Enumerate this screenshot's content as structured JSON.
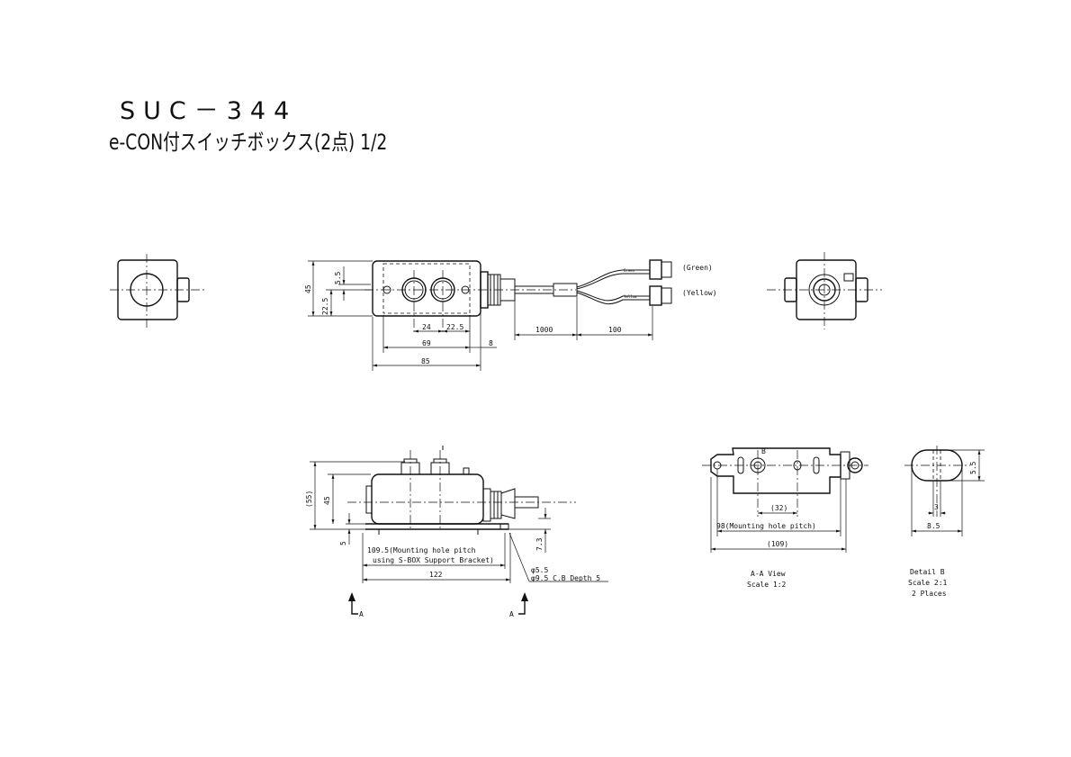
{
  "header": {
    "model": "SUC－344",
    "subtitle": "e-CON付スイッチボックス(2点) 1/2"
  },
  "top_view": {
    "dim_5_5": "5.5",
    "dim_45": "45",
    "dim_22_5_v": "22.5",
    "dim_24": "24",
    "dim_22_5_h": "22.5",
    "dim_69": "69",
    "dim_8": "8",
    "dim_85": "85",
    "dim_1000": "1000",
    "dim_100": "100",
    "wire_green": "Green",
    "wire_yellow": "Yellow",
    "label_green": "(Green)",
    "label_yellow": "(Yellow)"
  },
  "front_view": {
    "dim_55": "(55)",
    "dim_45": "45",
    "dim_5": "5",
    "dim_7_3": "7.3",
    "pitch_line1": "109.5(Mounting hole pitch",
    "pitch_line2": "using S-BOX Support Bracket)",
    "dim_122": "122",
    "hole_1": "φ5.5",
    "hole_2": "φ9.5 C.B Depth 5",
    "section_a_left": "A",
    "section_a_right": "A"
  },
  "aa_view": {
    "label_b": "B",
    "dim_32": "(32)",
    "dim_98": "98(Mounting hole pitch)",
    "dim_109": "(109)",
    "caption_1": "A-A View",
    "caption_2": "Scale 1:2"
  },
  "detail_b": {
    "dim_5_5": "5.5",
    "dim_3": "3",
    "dim_8_5": "8.5",
    "caption_1": "Detail B",
    "caption_2": "Scale 2:1",
    "caption_3": "2 Places"
  }
}
